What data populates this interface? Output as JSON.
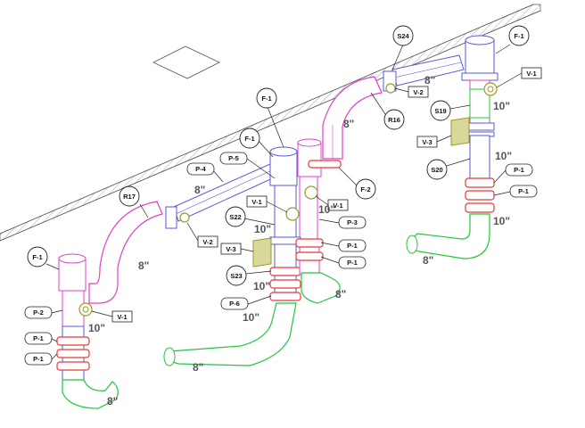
{
  "palette": {
    "pipe_blue": "#5a5ad6",
    "pipe_magenta": "#e040c8",
    "pipe_green": "#22c83a",
    "coupling_red": "#e83838",
    "valve_olive": "#9a9a2a",
    "wall_gray": "#555555"
  },
  "callouts": {
    "s24": "S24",
    "f1_top_right": "F-1",
    "v1_right": "V-1",
    "v2_top": "V-2",
    "r16": "R16",
    "s19": "S19",
    "v3_right": "V-3",
    "s20": "S20",
    "p1_right_a": "P-1",
    "p1_right_b": "P-1",
    "f1_middle": "F-1",
    "f1_mid_left": "F-1",
    "p5": "P-5",
    "p4": "P-4",
    "f2": "F-2",
    "v1_middle": "V-1",
    "v1_mid_left": "V-1",
    "s22": "S22",
    "p3": "P-3",
    "r17": "R17",
    "v2_left": "V-2",
    "v3_middle": "V-3",
    "p1_mid_a": "P-1",
    "p1_mid_b": "P-1",
    "s23": "S23",
    "p6": "P-6",
    "f1_left": "F-1",
    "p2": "P-2",
    "v1_left": "V-1",
    "p1_left_a": "P-1",
    "p1_left_b": "P-1"
  },
  "sizes": {
    "top_header": "8\"",
    "right_bend": "8\"",
    "right_riser_top": "10\"",
    "right_riser_mid": "10\"",
    "right_riser_low": "10\"",
    "right_outlet": "8\"",
    "mid_header": "8\"",
    "mid_valve": "10\"",
    "mid_riser": "10\"",
    "mid_riser_low": "10\"",
    "mid_outlet_a": "8\"",
    "mid_outlet_b": "10\"",
    "left_bend": "8\"",
    "left_riser": "10\"",
    "left_outlet": "8\"",
    "far_left_outlet": "8\""
  }
}
